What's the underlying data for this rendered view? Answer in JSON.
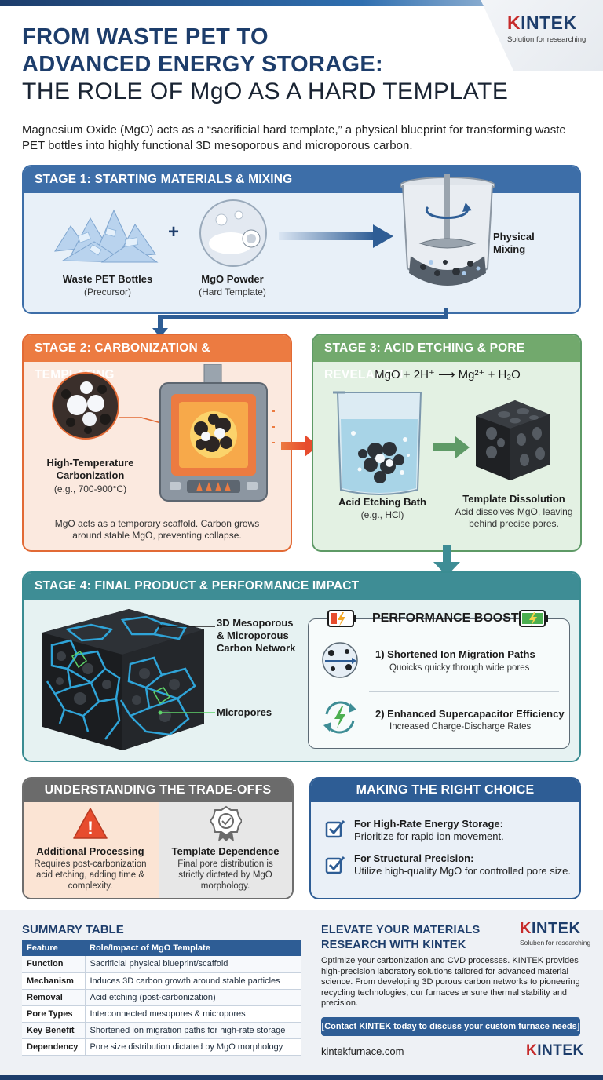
{
  "header": {
    "title_line1": "FROM WASTE PET TO",
    "title_line2": "ADVANCED ENERGY STORAGE:",
    "title_line3": "THE ROLE OF MgO AS A HARD TEMPLATE",
    "intro": "Magnesium Oxide (MgO) acts as a “sacrificial hard template,” a physical blueprint for transforming waste PET bottles into highly functional 3D mesoporous and microporous carbon."
  },
  "logo": {
    "k": "K",
    "rest": "INTEK",
    "tagline": "Solution for researching"
  },
  "stage1": {
    "title": "STAGE 1: STARTING MATERIALS & MIXING",
    "plus": "+",
    "pet_label": "Waste PET Bottles",
    "pet_sub": "(Precursor)",
    "mgo_label": "MgO Powder",
    "mgo_sub": "(Hard Template)",
    "mix_label_1": "Physical",
    "mix_label_2": "Mixing"
  },
  "stage2": {
    "title": "STAGE 2: CARBONIZATION & TEMPLATING",
    "label_1": "High-Temperature",
    "label_2": "Carbonization",
    "sub": "(e.g., 700-900°C)",
    "note": "MgO acts as a temporary scaffold. Carbon grows around stable MgO, preventing collapse."
  },
  "stage3": {
    "title": "STAGE 3: ACID ETCHING & PORE REVELATION",
    "equation": "MgO + 2H⁺ ⟶ Mg²⁺ + H₂O",
    "bath_label": "Acid Etching Bath",
    "bath_sub": "(e.g., HCl)",
    "dissolution_label": "Template Dissolution",
    "dissolution_sub": "Acid dissolves MgO, leaving behind precise pores."
  },
  "stage4": {
    "title": "STAGE 4: FINAL PRODUCT & PERFORMANCE IMPACT",
    "network_label_1": "3D Mesoporous",
    "network_label_2": "& Microporous",
    "network_label_3": "Carbon Network",
    "micropores_label": "Micropores",
    "boost_title": "PERFORMANCE BOOST",
    "item1_title": "1) Shortened Ion Migration Paths",
    "item1_sub": "Quoicks quicky through wide pores",
    "item2_title": "2) Enhanced Supercapacitor Efficiency",
    "item2_sub": "Increased Charge-Discharge Rates"
  },
  "tradeoffs": {
    "title": "UNDERSTANDING THE TRADE-OFFS",
    "warn_glyph": "!",
    "left_title": "Additional Processing",
    "left_body": "Requires post-carbonization acid etching, adding time & complexity.",
    "right_title": "Template Dependence",
    "right_body": "Final pore distribution is strictly dictated by MgO morphology."
  },
  "choice": {
    "title": "MAKING THE RIGHT CHOICE",
    "c1_title": "For High-Rate Energy Storage:",
    "c1_body": "Prioritize for rapid ion movement.",
    "c2_title": "For Structural Precision:",
    "c2_body": "Utilize high-quality MgO for controlled pore size."
  },
  "summary": {
    "title": "SUMMARY TABLE",
    "headers": [
      "Feature",
      "Role/Impact of MgO Template"
    ],
    "rows": [
      [
        "Function",
        "Sacrificial physical blueprint/scaffold"
      ],
      [
        "Mechanism",
        "Induces 3D carbon growth around stable particles"
      ],
      [
        "Removal",
        "Acid etching (post-carbonization)"
      ],
      [
        "Pore Types",
        "Interconnected mesopores & micropores"
      ],
      [
        "Key Benefit",
        "Shortened ion migration paths for high-rate storage"
      ],
      [
        "Dependency",
        "Pore size distribution dictated by MgO morphology"
      ]
    ]
  },
  "cta": {
    "title_1": "ELEVATE YOUR MATERIALS",
    "title_2": "RESEARCH WITH KINTEK",
    "logo_k": "K",
    "logo_rest": "INTEK",
    "logo_tagline": "Soluben for researching",
    "body": "Optimize your carbonization and CVD processes. KINTEK provides high-precision laboratory solutions tailored for advanced material science. From developing 3D porous carbon networks to pioneering recycling technologies, our furnaces ensure thermal stability and precision.",
    "button": "[Contact KINTEK today to discuss your custom furnace needs]",
    "url": "kintekfurnace.com",
    "footer_logo_k": "K",
    "footer_logo_rest": "INTEK"
  },
  "colors": {
    "navy": "#1d3d6b",
    "stage1": "#3d6ea8",
    "stage2": "#ec7b41",
    "stage3": "#72a96d",
    "stage4": "#3e8d95",
    "brand_red": "#c62b2b"
  }
}
